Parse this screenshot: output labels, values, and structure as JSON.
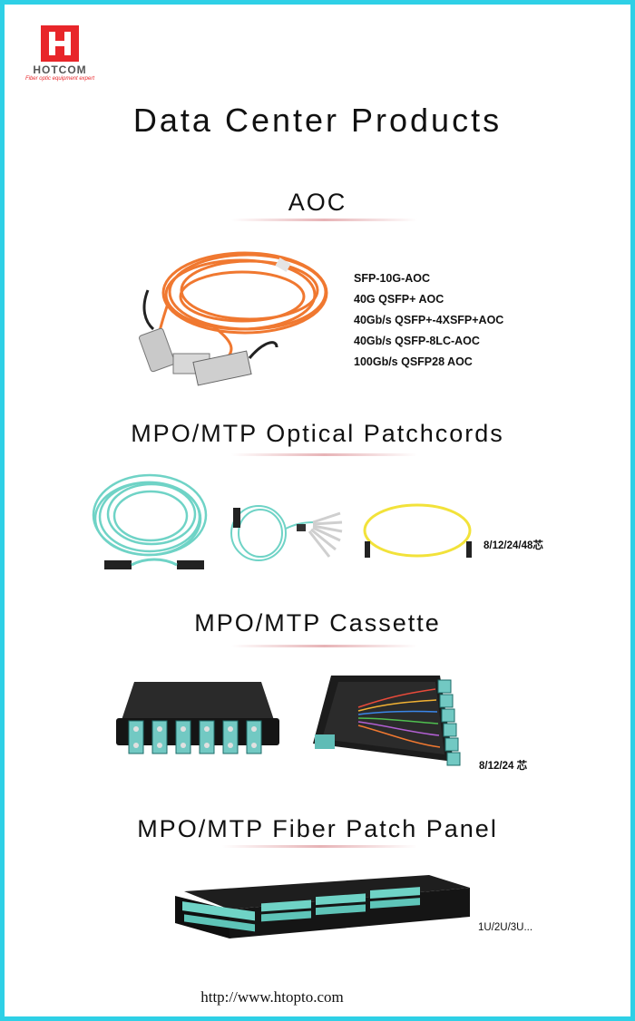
{
  "logo": {
    "brand": "HOTCOM",
    "tagline": "Fiber optic equipment expert"
  },
  "title": "Data Center Products",
  "sections": {
    "aoc": {
      "title": "AOC",
      "items": [
        "SFP-10G-AOC",
        "40G QSFP+ AOC",
        "40Gb/s QSFP+-4XSFP+AOC",
        "40Gb/s  QSFP-8LC-AOC",
        "100Gb/s QSFP28 AOC"
      ]
    },
    "patchcords": {
      "title": "MPO/MTP Optical Patchcords",
      "note": "8/12/24/48芯"
    },
    "cassette": {
      "title": "MPO/MTP Cassette",
      "note": "8/12/24 芯"
    },
    "panel": {
      "title": "MPO/MTP Fiber Patch Panel",
      "note": "1U/2U/3U..."
    }
  },
  "footer": {
    "url": "http://www.htopto.com"
  },
  "colors": {
    "border": "#2ed0e6",
    "logo_red": "#e8262a",
    "aoc_orange": "#f07830",
    "aqua": "#6fd3c6",
    "yellow": "#f2e23a"
  }
}
